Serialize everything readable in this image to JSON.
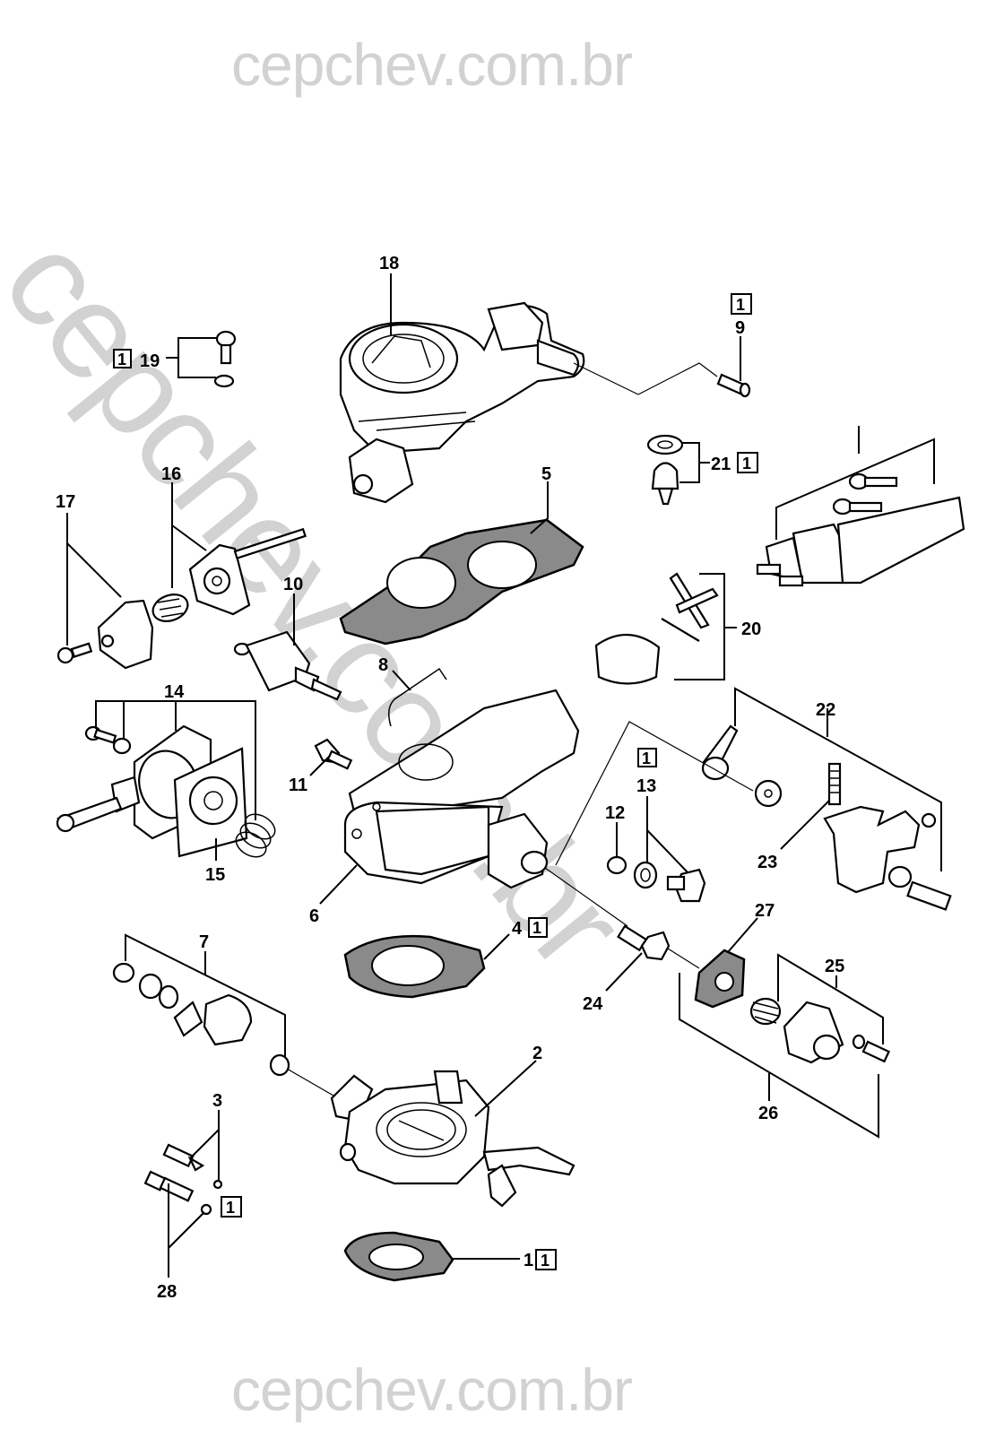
{
  "watermark": {
    "top": "cepchev.com.br",
    "diagonal": "cepchev.com.br",
    "bottom": "cepchev.com.br"
  },
  "diagram": {
    "title": "Carburetor exploded view",
    "kit_marker": "1",
    "callouts": [
      {
        "id": "1",
        "kit": true
      },
      {
        "id": "2",
        "kit": false
      },
      {
        "id": "3",
        "kit": false
      },
      {
        "id": "4",
        "kit": true
      },
      {
        "id": "5",
        "kit": false
      },
      {
        "id": "6",
        "kit": false
      },
      {
        "id": "7",
        "kit": false
      },
      {
        "id": "8",
        "kit": false
      },
      {
        "id": "9",
        "kit": true
      },
      {
        "id": "10",
        "kit": false
      },
      {
        "id": "11",
        "kit": false
      },
      {
        "id": "12",
        "kit": false
      },
      {
        "id": "13",
        "kit": true
      },
      {
        "id": "14",
        "kit": false
      },
      {
        "id": "15",
        "kit": false
      },
      {
        "id": "16",
        "kit": false
      },
      {
        "id": "17",
        "kit": false
      },
      {
        "id": "18",
        "kit": false
      },
      {
        "id": "19",
        "kit": true
      },
      {
        "id": "20",
        "kit": false
      },
      {
        "id": "21",
        "kit": true
      },
      {
        "id": "22",
        "kit": false
      },
      {
        "id": "23",
        "kit": false
      },
      {
        "id": "24",
        "kit": false
      },
      {
        "id": "25",
        "kit": false
      },
      {
        "id": "26",
        "kit": false
      },
      {
        "id": "27",
        "kit": false
      },
      {
        "id": "28",
        "kit": false
      },
      {
        "id": "3-28-kit",
        "kit": true
      }
    ],
    "labels": {
      "l1": "1",
      "l2": "2",
      "l3": "3",
      "l4": "4",
      "l5": "5",
      "l6": "6",
      "l7": "7",
      "l8": "8",
      "l9": "9",
      "l10": "10",
      "l11": "11",
      "l12": "12",
      "l13": "13",
      "l14": "14",
      "l15": "15",
      "l16": "16",
      "l17": "17",
      "l18": "18",
      "l19": "19",
      "l20": "20",
      "l21": "21",
      "l22": "22",
      "l23": "23",
      "l24": "24",
      "l25": "25",
      "l26": "26",
      "l27": "27",
      "l28": "28"
    }
  }
}
